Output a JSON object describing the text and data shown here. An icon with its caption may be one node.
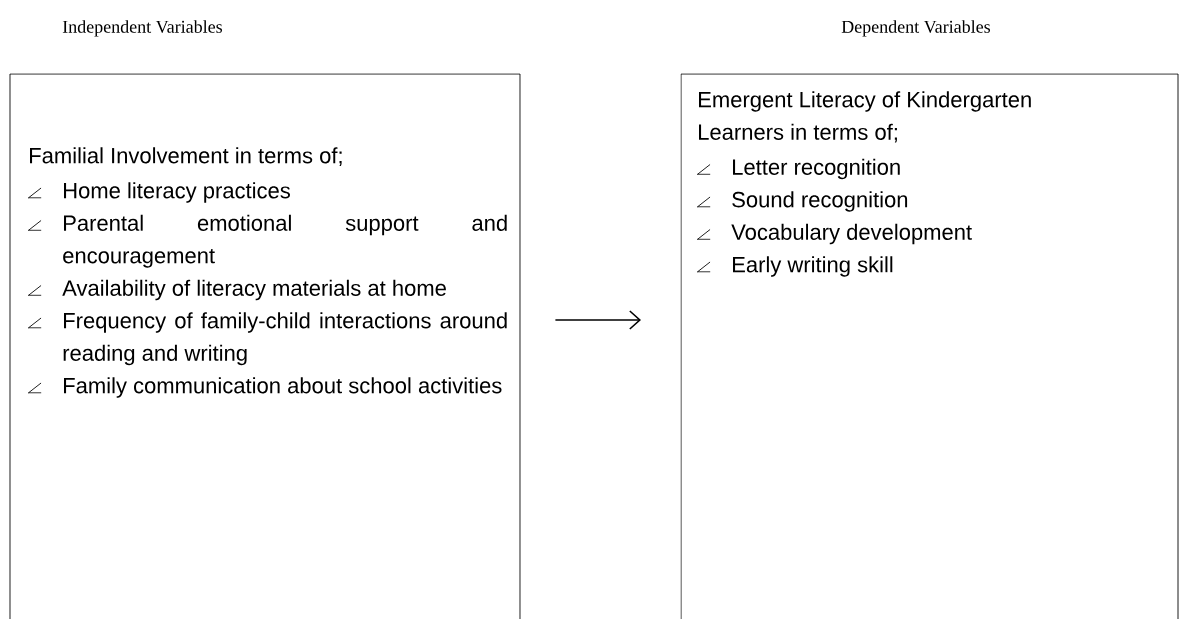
{
  "diagram": {
    "nodes": [
      {
        "text": [
          "Independent Variables",
          "Familial Involvement in terms of;",
          "Home literacy practices",
          "Parental emotional support and encouragement",
          "Availability of literacy materials at home",
          "Frequency of family-child interactions around reading and writing",
          "Family communication about school activities"
        ]
      },
      {
        "text": [
          "Dependent Variables",
          "Emergent Literacy of Kindergarten Learners in terms of;",
          "Letter recognition",
          "Sound recognition",
          "Vocabulary development",
          "Early writing skill"
        ]
      }
    ],
    "edges": [
      {
        "from": 0,
        "to": 1,
        "arrow": "to"
      }
    ]
  }
}
